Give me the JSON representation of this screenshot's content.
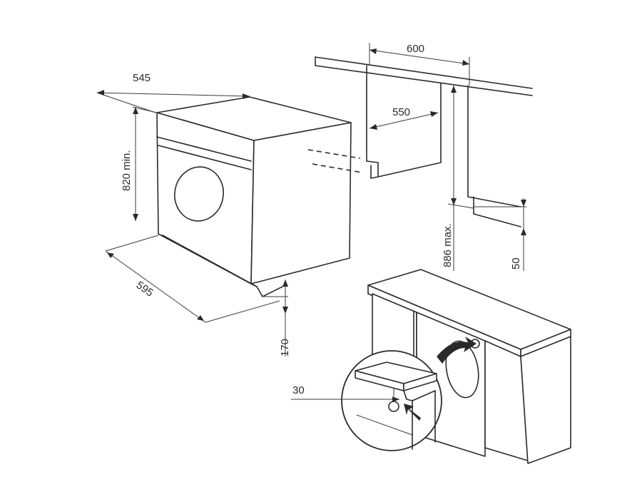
{
  "dimensions": {
    "depth_545": "545",
    "height_820": "820 min.",
    "width_595": "595",
    "plinth_170": "170",
    "recess_600": "600",
    "recess_550": "550",
    "height_886": "886 max.",
    "gap_50": "50",
    "offset_30": "30"
  }
}
